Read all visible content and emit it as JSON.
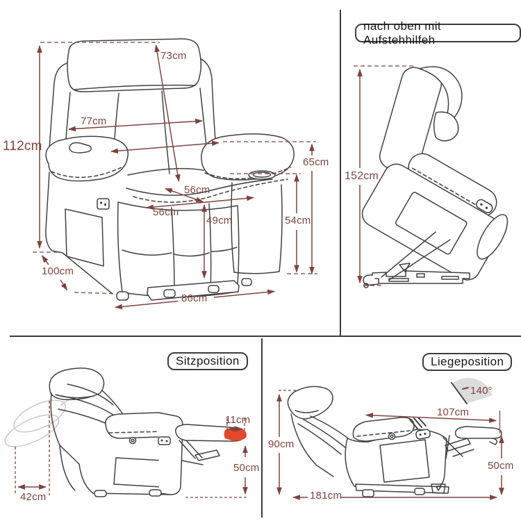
{
  "colors": {
    "dimension": "#7b453e",
    "chair_line": "#404040",
    "ghost_line": "#c8c8c8",
    "footrest_accent": "#e2482a",
    "angle_fan": "#dcdcdc",
    "divider": "#3a3a3a"
  },
  "panels": {
    "front_view": {
      "labels": {
        "backrest_diagonal": "73cm",
        "backrest_width": "77cm",
        "total_height": "112cm",
        "armrest_top_height": "65cm",
        "seat_depth": "56cm",
        "seat_width": "56cm",
        "seat_height": "49cm",
        "armrest_height": "54cm",
        "total_depth": "100cm",
        "base_width": "86cm"
      }
    },
    "lift_position": {
      "title": "nach oben mit Aufstehhilfeh",
      "labels": {
        "lift_height": "152cm"
      }
    },
    "sitting_position": {
      "title": "Sitzposition",
      "labels": {
        "footrest_tip_width": "11cm",
        "footrest_floor_height": "50cm",
        "wall_clearance": "42cm"
      }
    },
    "lying_position": {
      "title": "Liegeposition",
      "labels": {
        "recline_angle": "140°",
        "seat_back_length": "107cm",
        "backrest_height": "90cm",
        "footrest_floor_height": "50cm",
        "total_length": "181cm"
      }
    }
  }
}
